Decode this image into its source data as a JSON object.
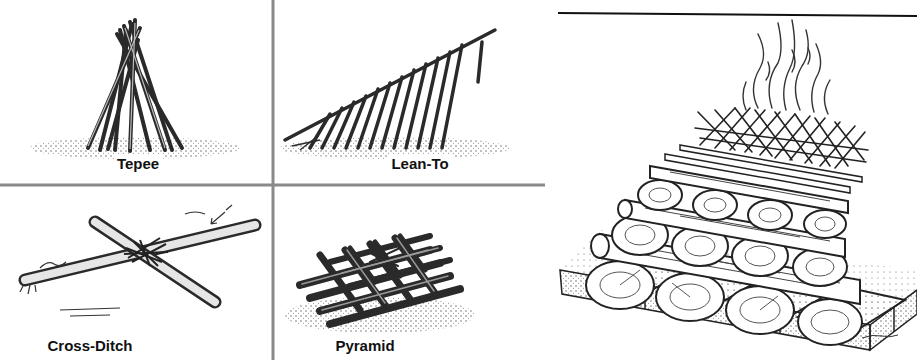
{
  "diagram": {
    "labels": [
      "Tepee",
      "Lean-To",
      "Cross-Ditch",
      "Pyramid"
    ]
  }
}
